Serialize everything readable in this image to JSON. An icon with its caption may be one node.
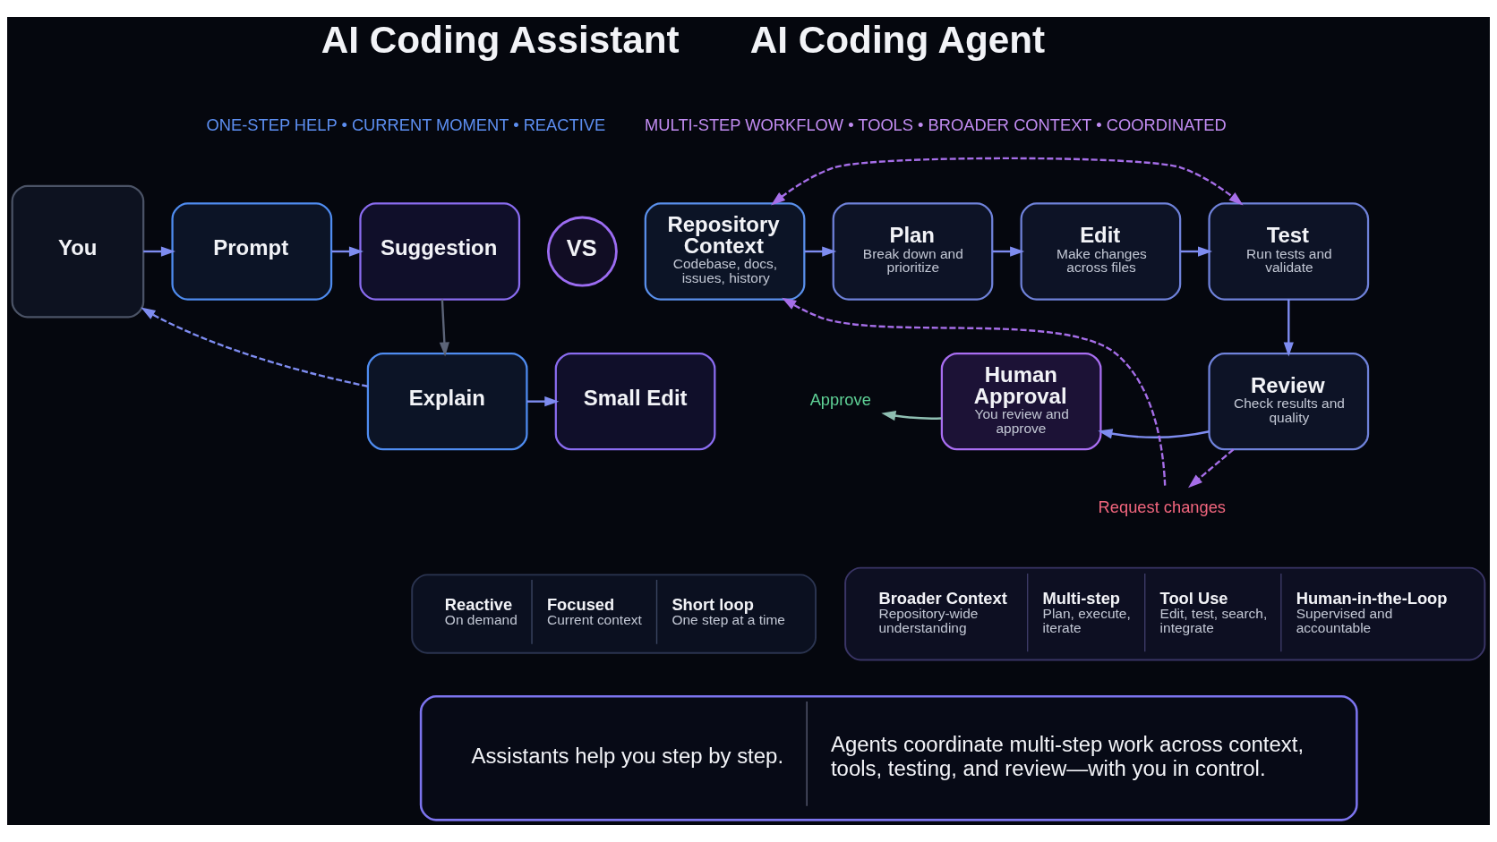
{
  "diagram": {
    "nodes": [
      {
        "text": [
          "You"
        ]
      },
      {
        "text": [
          "Prompt"
        ]
      },
      {
        "text": [
          "Suggestion"
        ]
      },
      {
        "text": [
          "Explain"
        ]
      },
      {
        "text": [
          "Small Edit"
        ]
      },
      {
        "text": [
          "VS"
        ]
      },
      {
        "text": [
          "Repository Context",
          "Codebase, docs, issues, history"
        ]
      },
      {
        "text": [
          "Plan",
          "Break down and prioritize"
        ]
      },
      {
        "text": [
          "Edit",
          "Make changes across files"
        ]
      },
      {
        "text": [
          "Test",
          "Run tests and validate"
        ]
      },
      {
        "text": [
          "Review",
          "Check results and quality"
        ]
      },
      {
        "text": [
          "Human Approval",
          "You review and approve"
        ]
      },
      {
        "text": [
          "Approve"
        ]
      },
      {
        "text": [
          "Request changes"
        ]
      },
      {
        "text": [
          "Reactive",
          "On demand",
          "Focused",
          "Current context",
          "Short loop",
          "One step at a time"
        ]
      },
      {
        "text": [
          "Broader Context",
          "Repository-wide understanding",
          "Multi-step",
          "Plan, execute, iterate",
          "Tool Use",
          "Edit, test, search, integrate",
          "Human-in-the-Loop",
          "Supervised and accountable"
        ]
      },
      {
        "text": [
          "Assistants help you step by step.",
          "Agents coordinate multi-step work across context, tools, testing, and review—with you in control."
        ]
      }
    ],
    "edges": [
      {
        "from": 0,
        "to": 1,
        "arrow": "to"
      },
      {
        "from": 1,
        "to": 2,
        "arrow": "to"
      },
      {
        "from": 2,
        "to": 3,
        "arrow": "to",
        "color": "#5c6478"
      },
      {
        "from": 3,
        "to": 4,
        "arrow": "to"
      },
      {
        "from": 3,
        "to": 0,
        "arrow": "to",
        "style": "dashed"
      },
      {
        "from": 6,
        "to": 7,
        "arrow": "to"
      },
      {
        "from": 7,
        "to": 8,
        "arrow": "to"
      },
      {
        "from": 8,
        "to": 9,
        "arrow": "to"
      },
      {
        "from": 9,
        "to": 10,
        "arrow": "to"
      },
      {
        "from": 10,
        "to": 11,
        "arrow": "to"
      },
      {
        "from": 11,
        "to": 12,
        "arrow": "to",
        "color": "#8fbfb2"
      },
      {
        "from": 10,
        "to": 13,
        "arrow": "to",
        "style": "dashed",
        "color": "#a66ee8"
      },
      {
        "from": 13,
        "to": 6,
        "arrow": "to",
        "style": "dashed",
        "color": "#a66ee8"
      },
      {
        "from": 6,
        "to": 9,
        "arrow": "both",
        "style": "dashed",
        "color": "#a66ee8"
      }
    ],
    "labels": [
      "AI Coding Assistant",
      "ONE-STEP HELP • CURRENT MOMENT • REACTIVE",
      "AI Coding Agent",
      "MULTI-STEP WORKFLOW • TOOLS • BROADER CONTEXT • COORDINATED"
    ]
  }
}
